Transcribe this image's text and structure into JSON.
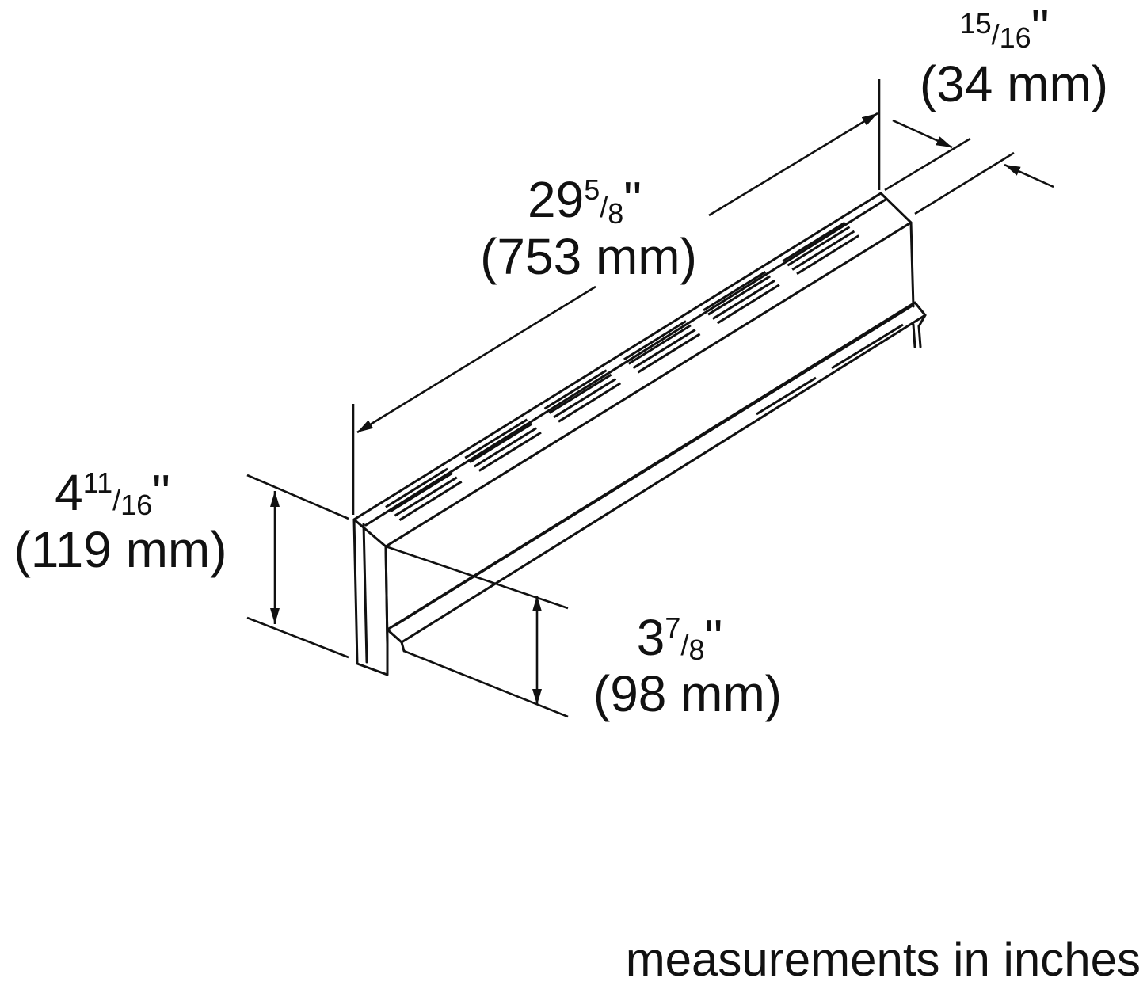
{
  "dimensions": {
    "length": {
      "whole": "29",
      "num": "5",
      "den": "8",
      "inch_mark": "\"",
      "metric": "(753 mm)"
    },
    "depth": {
      "whole": "",
      "num": "15",
      "den": "16",
      "inch_mark": "\"",
      "metric": "(34 mm)"
    },
    "overall_height": {
      "whole": "4",
      "num": "11",
      "den": "16",
      "inch_mark": "\"",
      "metric": "(119 mm)"
    },
    "front_height": {
      "whole": "3",
      "num": "7",
      "den": "8",
      "inch_mark": "\"",
      "metric": "(98 mm)"
    }
  },
  "caption": "measurements in inches"
}
